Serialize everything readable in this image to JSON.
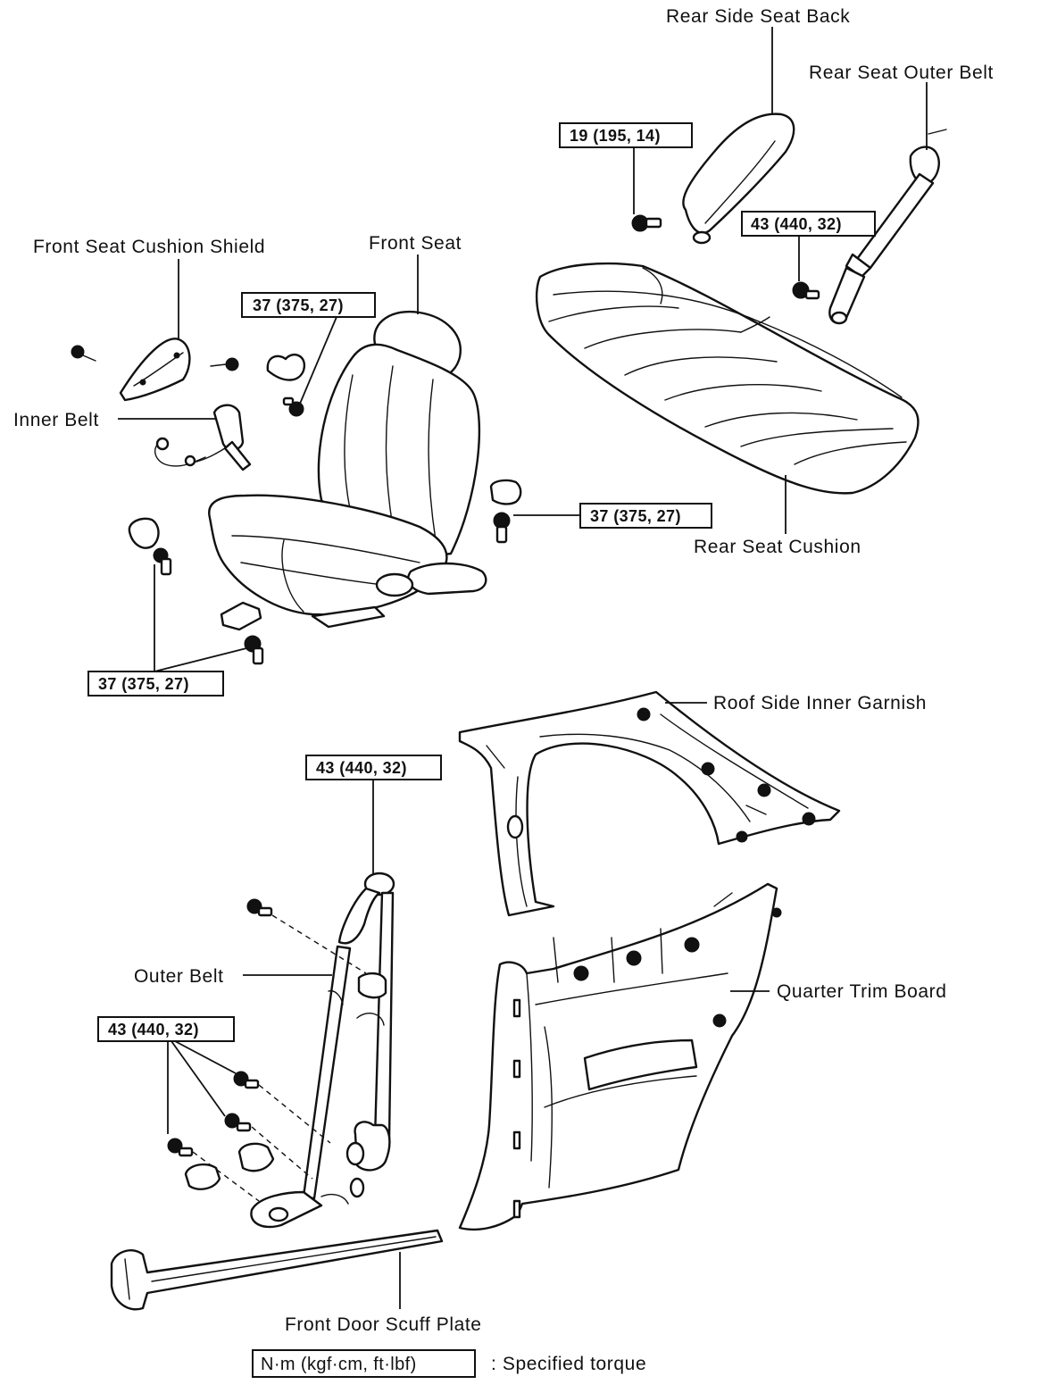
{
  "labels": {
    "rear_side_seat_back": "Rear Side Seat Back",
    "rear_seat_outer_belt": "Rear Seat Outer Belt",
    "front_seat_cushion_shield": "Front Seat Cushion Shield",
    "front_seat": "Front Seat",
    "inner_belt": "Inner Belt",
    "rear_seat_cushion": "Rear Seat Cushion",
    "roof_side_inner_garnish": "Roof Side Inner Garnish",
    "outer_belt": "Outer Belt",
    "quarter_trim_board": "Quarter Trim Board",
    "front_door_scuff_plate": "Front Door Scuff Plate"
  },
  "torques": {
    "rear_seat_back_bolt": "19 (195, 14)",
    "rear_outer_belt_bolt": "43 (440, 32)",
    "front_seat_top_bolt": "37 (375, 27)",
    "front_seat_right_bolt": "37 (375, 27)",
    "front_seat_left_bolts": "37 (375, 27)",
    "outer_belt_top_bolt": "43 (440, 32)",
    "outer_belt_lower_bolts": "43 (440, 32)"
  },
  "legend": {
    "units": "N·m (kgf·cm, ft·lbf)",
    "description": ":  Specified torque"
  }
}
